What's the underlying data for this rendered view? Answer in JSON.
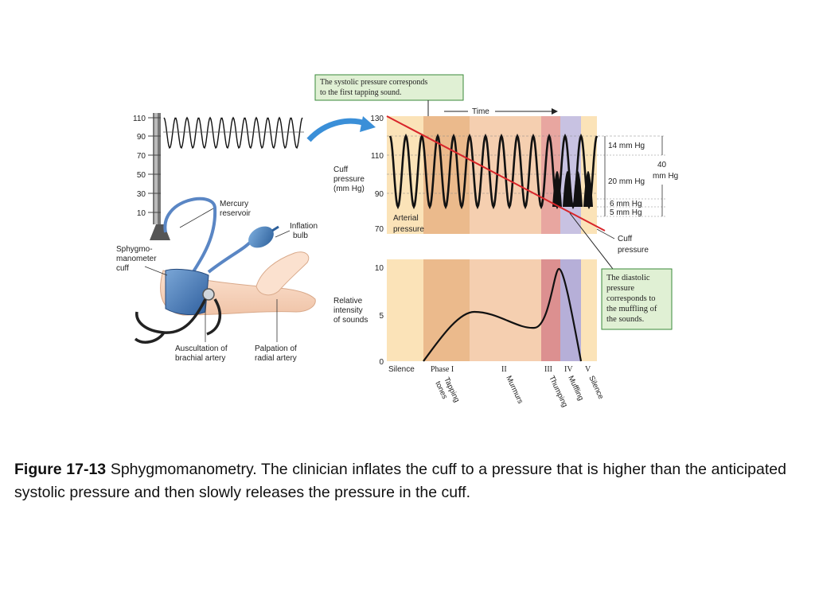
{
  "figure": {
    "manometer": {
      "scale": [
        "110",
        "90",
        "70",
        "50",
        "30",
        "10"
      ],
      "mercury_reservoir": [
        "Mercury",
        "reservoir"
      ],
      "inflation_bulb": [
        "Inflation",
        "bulb"
      ],
      "cuff": [
        "Sphygmo-",
        "manometer",
        "cuff"
      ],
      "auscultation": [
        "Auscultation of",
        "brachial artery"
      ],
      "palpation": [
        "Palpation of",
        "radial artery"
      ]
    },
    "pressure_panel": {
      "time_label": "Time",
      "yticks": [
        "130",
        "110",
        "90",
        "70"
      ],
      "ylabel": [
        "Cuff",
        "pressure",
        "(mm Hg)"
      ],
      "arterial_pressure": [
        "Arterial",
        "pressure"
      ],
      "cuff_pressure": [
        "Cuff",
        "pressure"
      ],
      "measure_14": "14 mm Hg",
      "measure_20": "20 mm Hg",
      "measure_6": "6 mm Hg",
      "measure_5": "5 mm Hg",
      "measure_40": [
        "40",
        "mm Hg"
      ]
    },
    "systolic_callout": [
      "The systolic pressure corresponds",
      "to the first tapping sound."
    ],
    "diastolic_callout": [
      "The diastolic",
      "pressure",
      "corresponds to",
      "the muffling of",
      "the sounds."
    ],
    "intensity_panel": {
      "yticks": [
        "10",
        "5",
        "0"
      ],
      "ylabel": [
        "Relative",
        "intensity",
        "of sounds"
      ],
      "phase_labels": [
        "Silence",
        "Phase I",
        "II",
        "III",
        "IV",
        "V"
      ],
      "sound_labels": [
        "Tapping",
        "tones",
        "Murmurs",
        "Thumping",
        "Muffling",
        "Silence"
      ]
    },
    "colors": {
      "silence": "#fbe3b8",
      "phase1": "#ebba8c",
      "phase2": "#f5cfb0",
      "phase3": "#dc9090",
      "phase4": "#b6afd8",
      "cuff_line": "#d8252a",
      "callout_bg": "#e0f0d4",
      "callout_border": "#3a8a3a"
    }
  },
  "caption": {
    "label": "Figure 17-13",
    "text": " Sphygmomanometry. The clinician inflates the cuff to a pressure that is higher than the anticipated systolic pressure and then slowly releases the pressure in the cuff."
  }
}
